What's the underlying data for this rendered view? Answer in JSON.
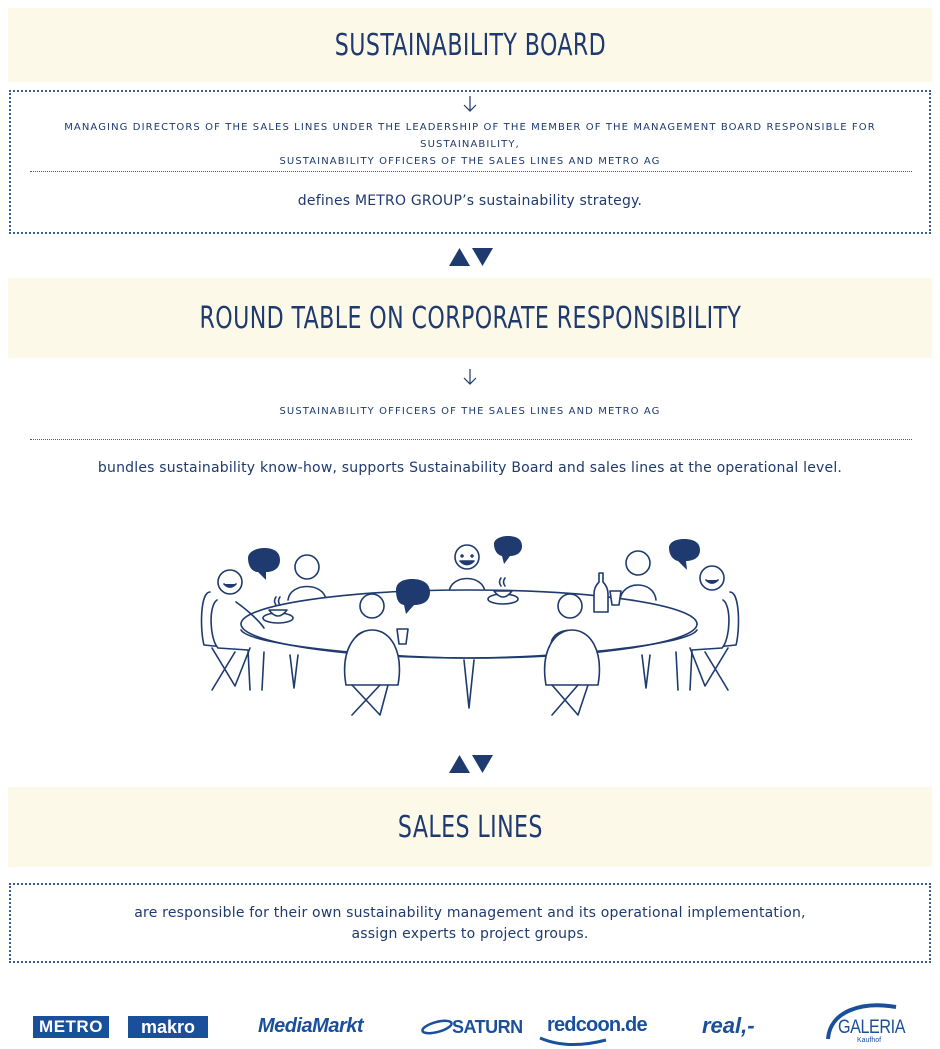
{
  "sustainability_board": {
    "title": "SUSTAINABILITY BOARD",
    "members_line1": "MANAGING DIRECTORS OF THE SALES LINES UNDER THE LEADERSHIP OF THE MEMBER OF THE MANAGEMENT BOARD RESPONSIBLE FOR SUSTAINABILITY,",
    "members_line2": "SUSTAINABILITY OFFICERS OF THE SALES LINES AND METRO AG",
    "description": "defines METRO GROUP’s sustainability strategy."
  },
  "round_table": {
    "title": "ROUND TABLE ON CORPORATE RESPONSIBILITY",
    "members": "SUSTAINABILITY OFFICERS OF THE SALES LINES AND METRO AG",
    "description": "bundles sustainability know-how, supports Sustainability Board and sales lines at the operational level."
  },
  "sales_lines": {
    "title": "SALES LINES",
    "description_line1": "are responsible for their own sustainability management and its operational implementation,",
    "description_line2": "assign experts to project groups."
  },
  "logos": {
    "metro": "METRO",
    "makro": "makro",
    "mediamarkt": "MediaMarkt",
    "saturn": "SATURN",
    "redcoon": "redcoon.de",
    "real": "real,-",
    "galeria": "GALERIA",
    "galeria_sub": "Kaufhof"
  },
  "colors": {
    "navy": "#1e3a6e",
    "band": "#fdf9e9",
    "logo_blue": "#1a4f9c"
  }
}
